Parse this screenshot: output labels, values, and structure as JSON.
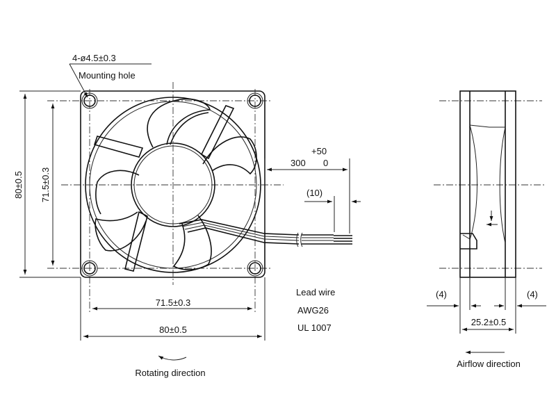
{
  "mounting_hole": {
    "spec": "4-ø4.5±0.3",
    "label": "Mounting hole"
  },
  "front_view": {
    "height_outer": "80±0.5",
    "height_pitch": "71.5±0.3",
    "width_pitch": "71.5±0.3",
    "width_outer": "80±0.5",
    "rotating_label": "Rotating direction"
  },
  "lead": {
    "tol_upper": "+50",
    "length": "300",
    "tol_lower": "0",
    "strip": "(10)",
    "wire_title": "Lead wire",
    "wire_gauge": "AWG26",
    "wire_standard": "UL 1007"
  },
  "side_view": {
    "flange_left": "(4)",
    "flange_right": "(4)",
    "thickness": "25.2±0.5",
    "airflow_label": "Airflow direction"
  }
}
